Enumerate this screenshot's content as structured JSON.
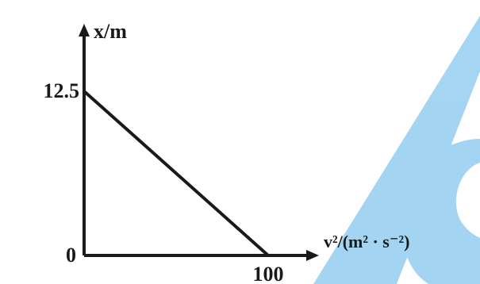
{
  "chart_data": {
    "type": "line",
    "title": "",
    "xlabel": "v²/(m² · s⁻²)",
    "ylabel": "x/m",
    "xlim": [
      0,
      100
    ],
    "ylim": [
      0,
      12.5
    ],
    "origin_label": "0",
    "x_ticks": [
      "100"
    ],
    "y_ticks": [
      "12.5"
    ],
    "grid": false,
    "legend": "none",
    "series": [
      {
        "x": [
          0,
          100
        ],
        "y": [
          12.5,
          0
        ]
      }
    ],
    "colors": {
      "line": "#1a1a1a",
      "watermark": "#9fd3f2"
    }
  }
}
